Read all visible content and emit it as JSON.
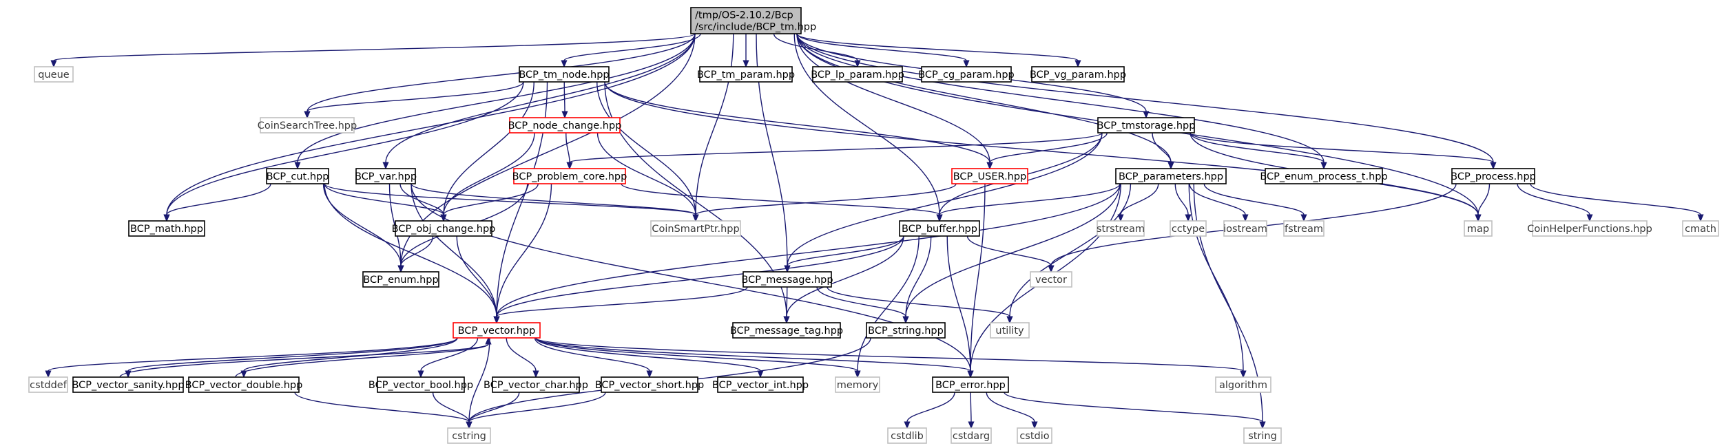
{
  "colors": {
    "edge": "#191970",
    "box_border": "#000000",
    "box_border_red": "#ff0000",
    "box_border_ext": "#bfbfbf",
    "root_fill": "#bfbfbf",
    "box_fill": "#ffffff"
  },
  "nodes": {
    "root": {
      "lines": [
        "/tmp/OS-2.10.2/Bcp",
        "/src/include/BCP_tm.hpp"
      ],
      "style": "root"
    },
    "queue": {
      "lines": [
        "queue"
      ],
      "style": "ext"
    },
    "bcp_tm_node": {
      "lines": [
        "BCP_tm_node.hpp"
      ],
      "style": "normal"
    },
    "bcp_tm_param": {
      "lines": [
        "BCP_tm_param.hpp"
      ],
      "style": "normal"
    },
    "bcp_lp_param": {
      "lines": [
        "BCP_lp_param.hpp"
      ],
      "style": "normal"
    },
    "bcp_cg_param": {
      "lines": [
        "BCP_cg_param.hpp"
      ],
      "style": "normal"
    },
    "bcp_vg_param": {
      "lines": [
        "BCP_vg_param.hpp"
      ],
      "style": "normal"
    },
    "coin_search_tree": {
      "lines": [
        "CoinSearchTree.hpp"
      ],
      "style": "ext"
    },
    "bcp_node_change": {
      "lines": [
        "BCP_node_change.hpp"
      ],
      "style": "red"
    },
    "bcp_tmstorage": {
      "lines": [
        "BCP_tmstorage.hpp"
      ],
      "style": "normal"
    },
    "bcp_cut": {
      "lines": [
        "BCP_cut.hpp"
      ],
      "style": "normal"
    },
    "bcp_var": {
      "lines": [
        "BCP_var.hpp"
      ],
      "style": "normal"
    },
    "bcp_problem_core": {
      "lines": [
        "BCP_problem_core.hpp"
      ],
      "style": "red"
    },
    "bcp_user": {
      "lines": [
        "BCP_USER.hpp"
      ],
      "style": "red"
    },
    "bcp_parameters": {
      "lines": [
        "BCP_parameters.hpp"
      ],
      "style": "normal"
    },
    "bcp_enum_process_t": {
      "lines": [
        "BCP_enum_process_t.hpp"
      ],
      "style": "normal"
    },
    "bcp_process": {
      "lines": [
        "BCP_process.hpp"
      ],
      "style": "normal"
    },
    "bcp_math": {
      "lines": [
        "BCP_math.hpp"
      ],
      "style": "normal"
    },
    "bcp_obj_change": {
      "lines": [
        "BCP_obj_change.hpp"
      ],
      "style": "normal"
    },
    "coin_smart_ptr": {
      "lines": [
        "CoinSmartPtr.hpp"
      ],
      "style": "ext"
    },
    "bcp_buffer": {
      "lines": [
        "BCP_buffer.hpp"
      ],
      "style": "normal"
    },
    "strstream": {
      "lines": [
        "strstream"
      ],
      "style": "ext"
    },
    "cctype": {
      "lines": [
        "cctype"
      ],
      "style": "ext"
    },
    "iostream": {
      "lines": [
        "iostream"
      ],
      "style": "ext"
    },
    "fstream": {
      "lines": [
        "fstream"
      ],
      "style": "ext"
    },
    "map": {
      "lines": [
        "map"
      ],
      "style": "ext"
    },
    "coin_helper_functions": {
      "lines": [
        "CoinHelperFunctions.hpp"
      ],
      "style": "ext"
    },
    "cmath": {
      "lines": [
        "cmath"
      ],
      "style": "ext"
    },
    "bcp_enum": {
      "lines": [
        "BCP_enum.hpp"
      ],
      "style": "normal"
    },
    "bcp_message": {
      "lines": [
        "BCP_message.hpp"
      ],
      "style": "normal"
    },
    "vector": {
      "lines": [
        "vector"
      ],
      "style": "ext"
    },
    "bcp_vector": {
      "lines": [
        "BCP_vector.hpp"
      ],
      "style": "red"
    },
    "bcp_message_tag": {
      "lines": [
        "BCP_message_tag.hpp"
      ],
      "style": "normal"
    },
    "bcp_string": {
      "lines": [
        "BCP_string.hpp"
      ],
      "style": "normal"
    },
    "utility": {
      "lines": [
        "utility"
      ],
      "style": "ext"
    },
    "cstddef": {
      "lines": [
        "cstddef"
      ],
      "style": "ext"
    },
    "bcp_vector_sanity": {
      "lines": [
        "BCP_vector_sanity.hpp"
      ],
      "style": "normal"
    },
    "bcp_vector_double": {
      "lines": [
        "BCP_vector_double.hpp"
      ],
      "style": "normal"
    },
    "bcp_vector_bool": {
      "lines": [
        "BCP_vector_bool.hpp"
      ],
      "style": "normal"
    },
    "bcp_vector_char": {
      "lines": [
        "BCP_vector_char.hpp"
      ],
      "style": "normal"
    },
    "bcp_vector_short": {
      "lines": [
        "BCP_vector_short.hpp"
      ],
      "style": "normal"
    },
    "bcp_vector_int": {
      "lines": [
        "BCP_vector_int.hpp"
      ],
      "style": "normal"
    },
    "memory": {
      "lines": [
        "memory"
      ],
      "style": "ext"
    },
    "bcp_error": {
      "lines": [
        "BCP_error.hpp"
      ],
      "style": "normal"
    },
    "algorithm": {
      "lines": [
        "algorithm"
      ],
      "style": "ext"
    },
    "cstring": {
      "lines": [
        "cstring"
      ],
      "style": "ext"
    },
    "cstdlib": {
      "lines": [
        "cstdlib"
      ],
      "style": "ext"
    },
    "cstdarg": {
      "lines": [
        "cstdarg"
      ],
      "style": "ext"
    },
    "cstdio": {
      "lines": [
        "cstdio"
      ],
      "style": "ext"
    },
    "string": {
      "lines": [
        "string"
      ],
      "style": "ext"
    }
  },
  "edges": [
    [
      "root",
      "queue"
    ],
    [
      "root",
      "bcp_tm_node"
    ],
    [
      "root",
      "bcp_tm_param"
    ],
    [
      "root",
      "bcp_lp_param"
    ],
    [
      "root",
      "bcp_cg_param"
    ],
    [
      "root",
      "bcp_vg_param"
    ],
    [
      "root",
      "coin_search_tree"
    ],
    [
      "root",
      "bcp_tmstorage"
    ],
    [
      "root",
      "bcp_cut"
    ],
    [
      "root",
      "bcp_var"
    ],
    [
      "root",
      "bcp_user"
    ],
    [
      "root",
      "bcp_parameters"
    ],
    [
      "root",
      "bcp_enum_process_t"
    ],
    [
      "root",
      "bcp_process"
    ],
    [
      "root",
      "bcp_math"
    ],
    [
      "root",
      "coin_smart_ptr"
    ],
    [
      "root",
      "bcp_buffer"
    ],
    [
      "root",
      "map"
    ],
    [
      "root",
      "bcp_enum"
    ],
    [
      "root",
      "bcp_message"
    ],
    [
      "bcp_tm_node",
      "coin_search_tree"
    ],
    [
      "bcp_tm_node",
      "bcp_node_change"
    ],
    [
      "bcp_tm_node",
      "bcp_user"
    ],
    [
      "bcp_tm_node",
      "map"
    ],
    [
      "bcp_tm_node",
      "bcp_math"
    ],
    [
      "bcp_tm_node",
      "bcp_obj_change"
    ],
    [
      "bcp_tm_node",
      "coin_smart_ptr"
    ],
    [
      "bcp_tm_node",
      "bcp_message_tag"
    ],
    [
      "bcp_tm_node",
      "bcp_vector"
    ],
    [
      "bcp_node_change",
      "bcp_problem_core"
    ],
    [
      "bcp_node_change",
      "bcp_obj_change"
    ],
    [
      "bcp_node_change",
      "coin_smart_ptr"
    ],
    [
      "bcp_tmstorage",
      "bcp_problem_core"
    ],
    [
      "bcp_tmstorage",
      "bcp_user"
    ],
    [
      "bcp_tmstorage",
      "bcp_parameters"
    ],
    [
      "bcp_tmstorage",
      "bcp_enum_process_t"
    ],
    [
      "bcp_tmstorage",
      "bcp_process"
    ],
    [
      "bcp_tmstorage",
      "map"
    ],
    [
      "bcp_tmstorage",
      "bcp_buffer"
    ],
    [
      "bcp_tmstorage",
      "bcp_message"
    ],
    [
      "bcp_cut",
      "bcp_math"
    ],
    [
      "bcp_cut",
      "bcp_obj_change"
    ],
    [
      "bcp_cut",
      "coin_smart_ptr"
    ],
    [
      "bcp_cut",
      "bcp_enum"
    ],
    [
      "bcp_cut",
      "bcp_vector"
    ],
    [
      "bcp_var",
      "bcp_obj_change"
    ],
    [
      "bcp_var",
      "coin_smart_ptr"
    ],
    [
      "bcp_var",
      "bcp_enum"
    ],
    [
      "bcp_var",
      "bcp_vector"
    ],
    [
      "bcp_var",
      "bcp_error"
    ],
    [
      "bcp_problem_core",
      "bcp_obj_change"
    ],
    [
      "bcp_problem_core",
      "bcp_buffer"
    ],
    [
      "bcp_problem_core",
      "bcp_enum"
    ],
    [
      "bcp_problem_core",
      "bcp_vector"
    ],
    [
      "bcp_user",
      "coin_smart_ptr"
    ],
    [
      "bcp_user",
      "bcp_error"
    ],
    [
      "bcp_parameters",
      "strstream"
    ],
    [
      "bcp_parameters",
      "cctype"
    ],
    [
      "bcp_parameters",
      "iostream"
    ],
    [
      "bcp_parameters",
      "fstream"
    ],
    [
      "bcp_parameters",
      "bcp_buffer"
    ],
    [
      "bcp_parameters",
      "bcp_string"
    ],
    [
      "bcp_parameters",
      "utility"
    ],
    [
      "bcp_parameters",
      "algorithm"
    ],
    [
      "bcp_parameters",
      "bcp_vector"
    ],
    [
      "bcp_parameters",
      "bcp_error"
    ],
    [
      "bcp_parameters",
      "string"
    ],
    [
      "bcp_process",
      "map"
    ],
    [
      "bcp_process",
      "coin_helper_functions"
    ],
    [
      "bcp_process",
      "cmath"
    ],
    [
      "bcp_process",
      "vector"
    ],
    [
      "bcp_obj_change",
      "bcp_enum"
    ],
    [
      "bcp_obj_change",
      "bcp_vector"
    ],
    [
      "bcp_buffer",
      "vector"
    ],
    [
      "bcp_buffer",
      "bcp_message"
    ],
    [
      "bcp_buffer",
      "bcp_message_tag"
    ],
    [
      "bcp_buffer",
      "bcp_string"
    ],
    [
      "bcp_buffer",
      "bcp_vector"
    ],
    [
      "bcp_buffer",
      "memory"
    ],
    [
      "bcp_buffer",
      "bcp_error"
    ],
    [
      "bcp_message",
      "bcp_message_tag"
    ],
    [
      "bcp_message",
      "bcp_string"
    ],
    [
      "bcp_message",
      "utility"
    ],
    [
      "bcp_message",
      "bcp_vector"
    ],
    [
      "bcp_vector",
      "cstddef"
    ],
    [
      "bcp_vector",
      "bcp_vector_sanity"
    ],
    [
      "bcp_vector",
      "bcp_vector_double"
    ],
    [
      "bcp_vector",
      "bcp_vector_bool"
    ],
    [
      "bcp_vector",
      "bcp_vector_char"
    ],
    [
      "bcp_vector",
      "bcp_vector_short"
    ],
    [
      "bcp_vector",
      "bcp_vector_int"
    ],
    [
      "bcp_vector",
      "memory"
    ],
    [
      "bcp_vector",
      "bcp_error"
    ],
    [
      "bcp_vector",
      "algorithm"
    ],
    [
      "bcp_vector",
      "cstring"
    ],
    [
      "bcp_vector_sanity",
      "bcp_vector"
    ],
    [
      "bcp_vector_double",
      "bcp_vector"
    ],
    [
      "bcp_vector_double",
      "cstring"
    ],
    [
      "bcp_vector_bool",
      "cstring"
    ],
    [
      "bcp_vector_char",
      "cstring"
    ],
    [
      "bcp_vector_short",
      "cstring"
    ],
    [
      "bcp_string",
      "cstring"
    ],
    [
      "bcp_error",
      "cstdlib"
    ],
    [
      "bcp_error",
      "cstdarg"
    ],
    [
      "bcp_error",
      "cstdio"
    ],
    [
      "bcp_error",
      "string"
    ]
  ]
}
